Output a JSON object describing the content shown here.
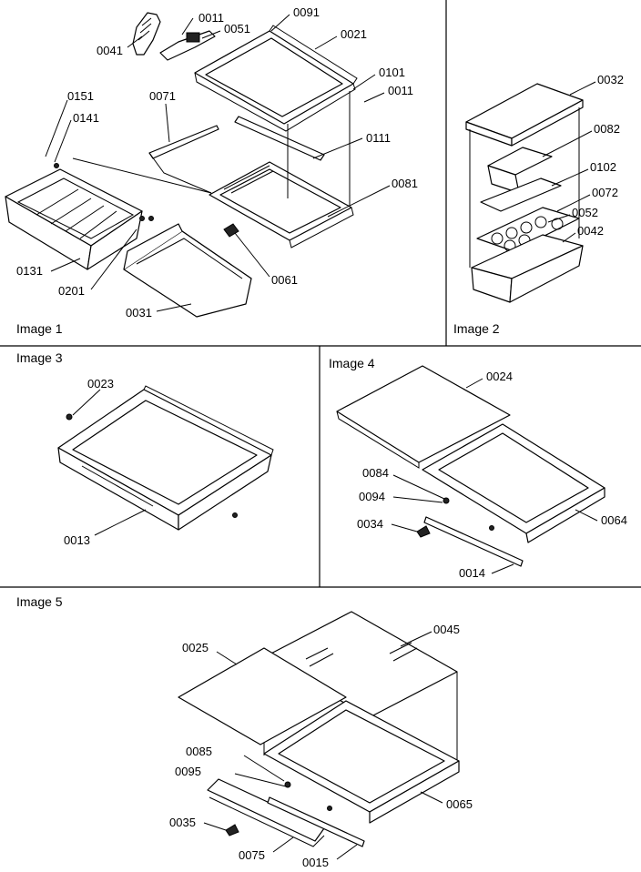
{
  "panels": [
    {
      "title": "Image 1",
      "labels": [
        "0011",
        "0091",
        "0041",
        "0051",
        "0021",
        "0101",
        "0011",
        "0071",
        "0151",
        "0141",
        "0111",
        "0081",
        "0131",
        "0201",
        "0061",
        "0031"
      ]
    },
    {
      "title": "Image 2",
      "labels": [
        "0032",
        "0082",
        "0102",
        "0072",
        "0052",
        "0042"
      ]
    },
    {
      "title": "Image 3",
      "labels": [
        "0023",
        "0013"
      ]
    },
    {
      "title": "Image 4",
      "labels": [
        "0024",
        "0084",
        "0094",
        "0034",
        "0064",
        "0014"
      ]
    },
    {
      "title": "Image  5",
      "labels": [
        "0025",
        "0045",
        "0085",
        "0095",
        "0035",
        "0065",
        "0075",
        "0015"
      ]
    }
  ]
}
